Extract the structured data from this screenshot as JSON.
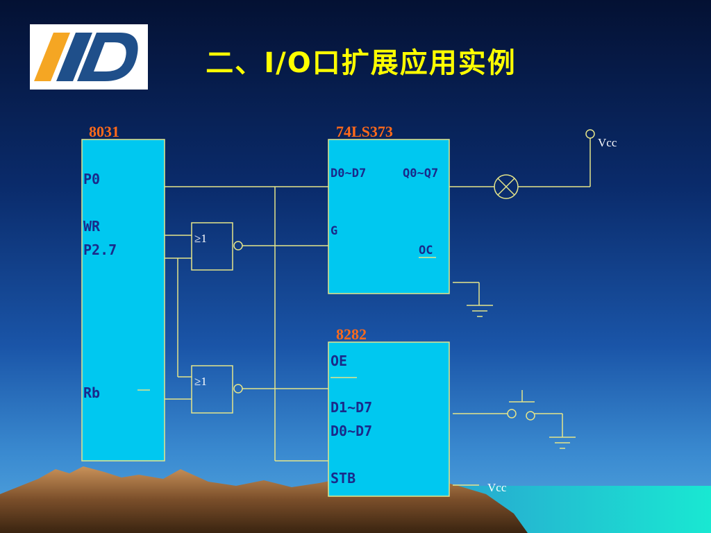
{
  "slide": {
    "title": "二、I/O口扩展应用实例"
  },
  "chips": {
    "mcu": {
      "label": "8031",
      "pins": {
        "p0": "P0",
        "wr": "WR",
        "p27": "P2.7",
        "rb": "Rb"
      }
    },
    "latch": {
      "label": "74LS373",
      "pins": {
        "d": "D0~D7",
        "q": "Q0~Q7",
        "g": "G",
        "oc": "OC"
      }
    },
    "buffer": {
      "label": "8282",
      "pins": {
        "oe": "OE",
        "d1": "D1~D7",
        "d0": "D0~D7",
        "stb": "STB"
      }
    }
  },
  "gates": {
    "top": "≥1",
    "bottom": "≥1"
  },
  "power": {
    "vcc_top": "Vcc",
    "vcc_bottom": "Vcc"
  },
  "colors": {
    "chip_fill": "#00c8f0",
    "wire": "#e6e68a",
    "title": "#ffff00",
    "chip_label": "#ff6a1a",
    "pin_text": "#1a2a8a"
  }
}
